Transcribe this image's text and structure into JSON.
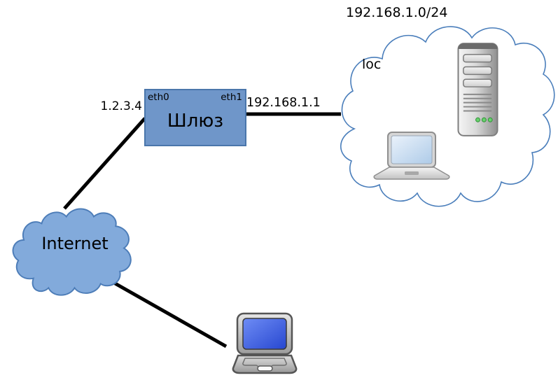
{
  "diagram": {
    "lan": {
      "subnet_label": "192.168.1.0/24",
      "name_label": "loc"
    },
    "gateway": {
      "name": "Шлюз",
      "wan_interface": "eth0",
      "lan_interface": "eth1",
      "wan_ip": "1.2.3.4",
      "lan_ip": "192.168.1.1"
    },
    "internet": {
      "label": "Internet"
    },
    "icons": {
      "lan_server": "server-tower-icon",
      "lan_client": "laptop-icon",
      "internet_client": "laptop-icon"
    }
  },
  "colors": {
    "gateway_fill": "#6f96c9",
    "gateway_border": "#4a76ab",
    "internet_fill": "#82aadb",
    "internet_stroke": "#4d7db8",
    "lan_cloud_stroke": "#4a7ebb",
    "line": "#000000",
    "text": "#000000",
    "background": "#ffffff"
  }
}
